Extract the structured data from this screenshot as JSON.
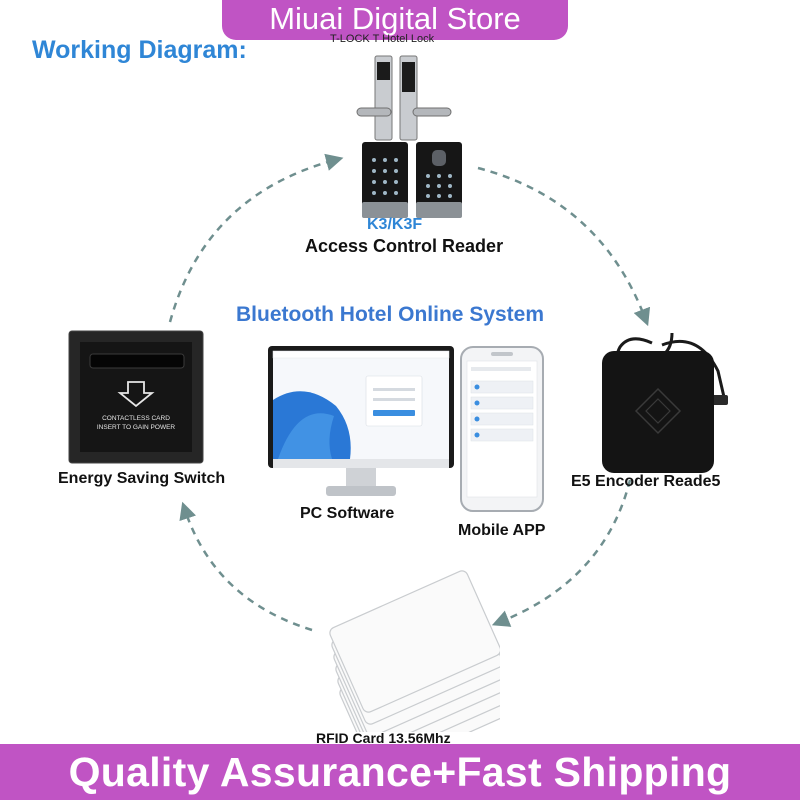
{
  "store_banner": "Miuai Digital Store",
  "heading": "Working Diagram:",
  "lock_caption": "T-LOCK  T Hotel Lock",
  "reader_model": "K3/K3F",
  "reader_label": "Access Control Reader",
  "system_title": "Bluetooth Hotel Online System",
  "energy_label": "Energy Saving Switch",
  "encoder_label": "E5 Encoder Reade5",
  "pc_label": "PC Software",
  "mobile_label": "Mobile APP",
  "rfid_label": "RFID Card 13.56Mhz",
  "switch_text": [
    "CONTACTLESS CARD",
    "INSERT TO GAIN POWER"
  ],
  "bottom_banner": "Quality Assurance+Fast Shipping",
  "colors": {
    "banner": "#c054c4",
    "heading_blue": "#2f86d6",
    "arrow": "#6f8f8f"
  }
}
